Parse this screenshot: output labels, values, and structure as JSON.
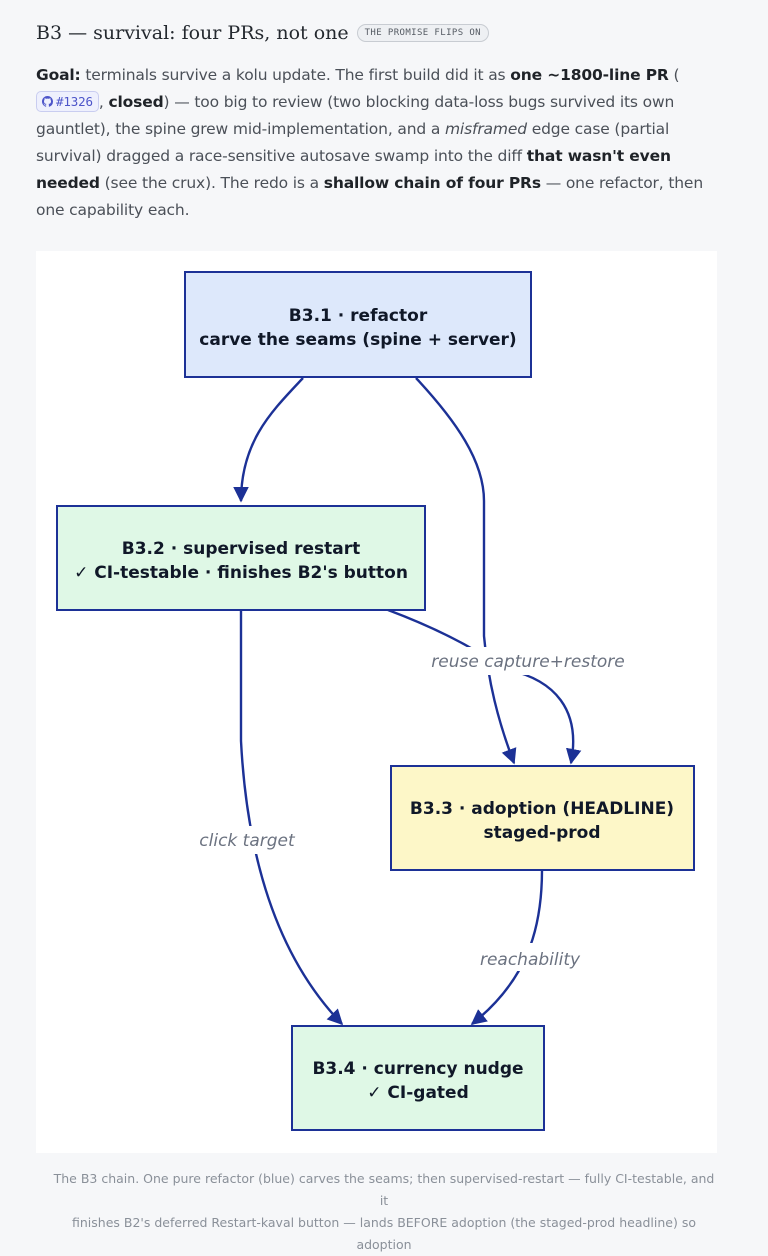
{
  "section": {
    "title": "B3 — survival: four PRs, not one",
    "badge": "THE PROMISE FLIPS ON"
  },
  "intro": {
    "goal_label": "Goal:",
    "t1": " terminals survive a kolu update. The first build did it as ",
    "b1": "one ~1800-line PR",
    "t2": " (",
    "pr_link": "#1326",
    "t3": ", ",
    "b2": "closed",
    "t4": ") — too big to review (two blocking data-loss bugs survived its own gauntlet), the spine grew mid-implementation, and a ",
    "i1": "misframed",
    "t5": " edge case (partial survival) dragged a race-sensitive autosave swamp into the diff ",
    "b3": "that wasn't even needed",
    "t6": " (see the crux). The redo is a ",
    "b4": "shallow chain of four PRs",
    "t7": " — one refactor, then one capability each."
  },
  "diagram": {
    "colors": {
      "edge": "#1c3196",
      "blue_fill": "#dde8fb",
      "green_fill": "#dff8e6",
      "yellow_fill": "#fdf7c8"
    },
    "nodes": {
      "b31": {
        "line1": "B3.1 · refactor",
        "line2": "carve the seams (spine + server)"
      },
      "b32": {
        "line1": "B3.2 · supervised restart",
        "line2": "✓ CI-testable · finishes B2's button"
      },
      "b33": {
        "line1": "B3.3 · adoption (HEADLINE)",
        "line2": "staged-prod"
      },
      "b34": {
        "line1": "B3.4 · currency nudge",
        "line2": "✓ CI-gated"
      }
    },
    "edges": {
      "reuse": "reuse capture+restore",
      "click": "click target",
      "reach": "reachability"
    }
  },
  "caption": {
    "line1": "The B3 chain. One pure refactor (blue) carves the seams; then supervised-restart — fully CI-testable, and it",
    "line2": "finishes B2's deferred Restart-kaval button — lands BEFORE adoption (the staged-prod headline) so adoption"
  }
}
